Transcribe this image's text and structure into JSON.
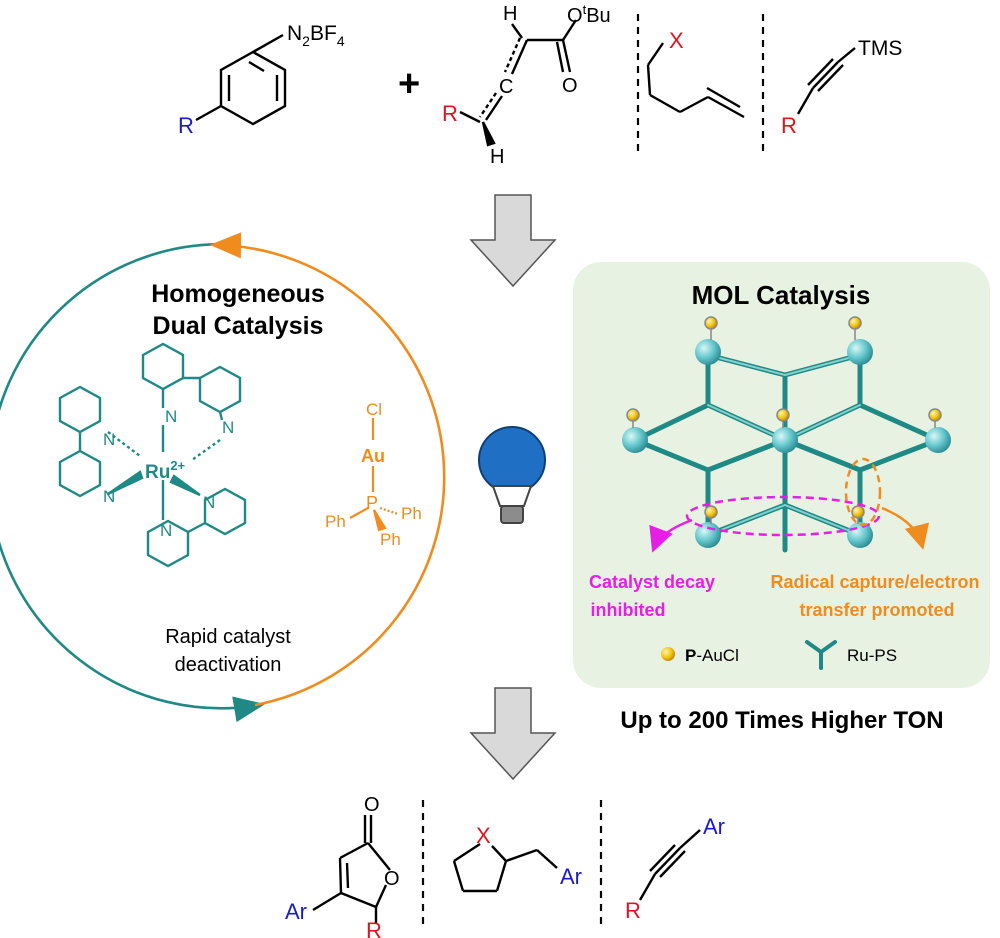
{
  "reactants": {
    "diazonium": {
      "group": "N",
      "sub2": "2",
      "bf": "BF",
      "sub4": "4",
      "r": "R"
    },
    "plus": "+",
    "allene": {
      "h_top": "H",
      "h_bottom": "H",
      "c": "C",
      "o": "O",
      "o_ester": "O",
      "sup_t": "t",
      "bu": "Bu",
      "r": "R"
    },
    "alkene": {
      "x": "X"
    },
    "alkyne": {
      "tms": "TMS",
      "r": "R"
    }
  },
  "homogeneous": {
    "title_line1": "Homogeneous",
    "title_line2": "Dual Catalysis",
    "ru_label": "Ru",
    "ru_charge": "2+",
    "n_label": "N",
    "gold": {
      "cl": "Cl",
      "au": "Au",
      "p": "P",
      "ph": "Ph"
    },
    "caption_line1": "Rapid catalyst",
    "caption_line2": "deactivation"
  },
  "mol": {
    "title": "MOL Catalysis",
    "left_annotation_line1": "Catalyst decay",
    "left_annotation_line2": "inhibited",
    "right_annotation_line1": "Radical capture/electron",
    "right_annotation_line2": "transfer promoted",
    "legend_gold_bold": "P",
    "legend_gold_rest": "-AuCl",
    "legend_ru": "Ru-PS"
  },
  "tagline": "Up to 200 Times Higher TON",
  "products": {
    "butenolide": {
      "o_carbonyl": "O",
      "o_ring": "O",
      "ar": "Ar",
      "r": "R"
    },
    "thf": {
      "x": "X",
      "ar": "Ar"
    },
    "alkyne": {
      "ar": "Ar",
      "r": "R"
    }
  },
  "colors": {
    "teal": "#1f8a85",
    "orange": "#f08c1e",
    "magenta": "#e61ee6",
    "red": "#e0141e",
    "blue": "#1a1acc",
    "panel_bg": "#e8f2e2",
    "bulb_blue": "#1f6fc4"
  },
  "icons": [
    "light-bulb-icon",
    "down-arrow-icon",
    "gold-sphere-icon",
    "ru-node-icon"
  ]
}
